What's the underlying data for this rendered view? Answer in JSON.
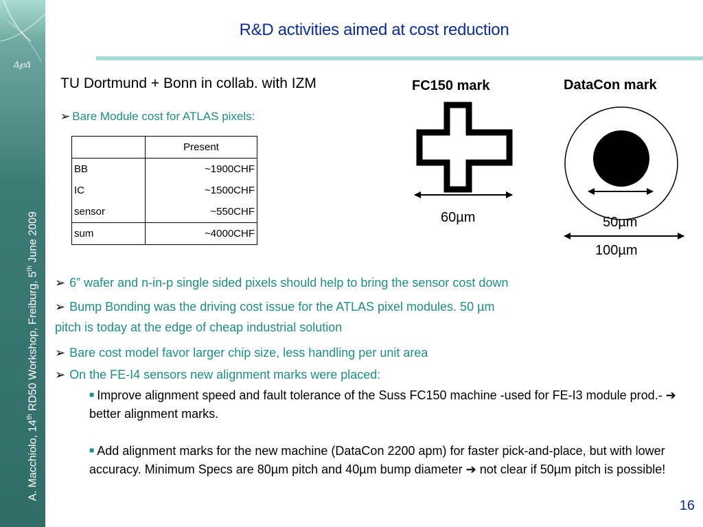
{
  "sidebar": {
    "author": "A. Macchiolo, 14",
    "ordinal1": "th",
    "workshop": " RD50 Workshop, Freiburg, 5",
    "ordinal2": "th",
    "date": " June 2009"
  },
  "title": "R&D activities aimed at cost reduction",
  "subtitle": "TU Dortmund + Bonn in collab. with IZM",
  "bare_module": "Bare Module cost for ATLAS pixels:",
  "table": {
    "header": [
      "",
      "Present"
    ],
    "rows": [
      [
        "BB",
        "~1900CHF"
      ],
      [
        "IC",
        "~1500CHF"
      ],
      [
        "sensor",
        "~550CHF"
      ],
      [
        "sum",
        "~4000CHF"
      ]
    ]
  },
  "marks": {
    "fc150_title": "FC150 mark",
    "fc150_dim": "60µm",
    "datacon_title": "DataCon mark",
    "datacon_inner_dim": "50µm",
    "datacon_outer_dim": "100µm"
  },
  "bullets": {
    "b1": "6” wafer and n-in-p single sided pixels should help to bring the sensor cost down",
    "b2_line1": "Bump Bonding was the driving cost issue for the ATLAS pixel modules. 50 µm",
    "b2_line2": "pitch is today at the edge of cheap industrial solution",
    "b3": "Bare cost model favor larger chip size, less handling per unit area",
    "b4": "On the FE-I4 sensors new alignment marks were placed:",
    "sub1_a": "Improve alignment speed and fault tolerance of the Suss FC150 machine -used for FE-I3 module prod.- ",
    "sub1_b": " better alignment marks.",
    "sub2_a": "Add alignment marks for the new machine (DataCon 2200 apm) for faster pick-and-place, but with lower accuracy. Minimum Specs are 80µm pitch and 40µm bump diameter ",
    "sub2_b": " not clear if 50µm pitch is possible!"
  },
  "page_number": "16",
  "colors": {
    "title": "#0b2d9a",
    "accent": "#1c8e86",
    "sidebar": "#2f6d66",
    "rule": "#a6dcd6"
  }
}
